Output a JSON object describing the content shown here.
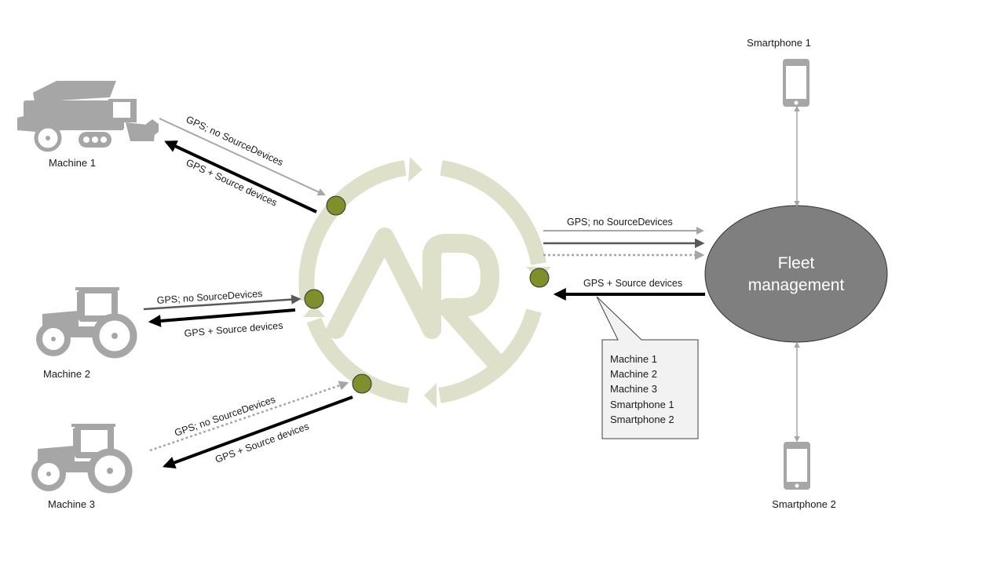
{
  "machines": [
    {
      "label": "Machine 1",
      "icon": "combine-harvester-icon"
    },
    {
      "label": "Machine 2",
      "icon": "tractor-icon"
    },
    {
      "label": "Machine 3",
      "icon": "tractor-icon"
    }
  ],
  "arrow_labels": {
    "gps_no_source": "GPS; no SourceDevices",
    "gps_source": "GPS + Source devices"
  },
  "fleet": {
    "line1": "Fleet",
    "line2": "management"
  },
  "smartphones": [
    {
      "label": "Smartphone  1",
      "icon": "smartphone-icon"
    },
    {
      "label": "Smartphone  2",
      "icon": "smartphone-icon"
    }
  ],
  "callout": {
    "items": [
      "Machine 1",
      "Machine 2",
      "Machine 3",
      "Smartphone  1",
      "Smartphone  2"
    ]
  },
  "logo": {
    "text": "AR",
    "icon": "ar-cycle-logo-icon"
  },
  "colors": {
    "logo": "#dfe0c9",
    "node": "#7f8f2a",
    "fleet": "#7f7f7f",
    "arrow_dark": "#000000",
    "arrow_grey": "#a6a6a6",
    "arrow_mid": "#595959",
    "phone": "#a6a6a6",
    "machine": "#a6a6a6",
    "callout_bg": "#f2f2f2"
  }
}
